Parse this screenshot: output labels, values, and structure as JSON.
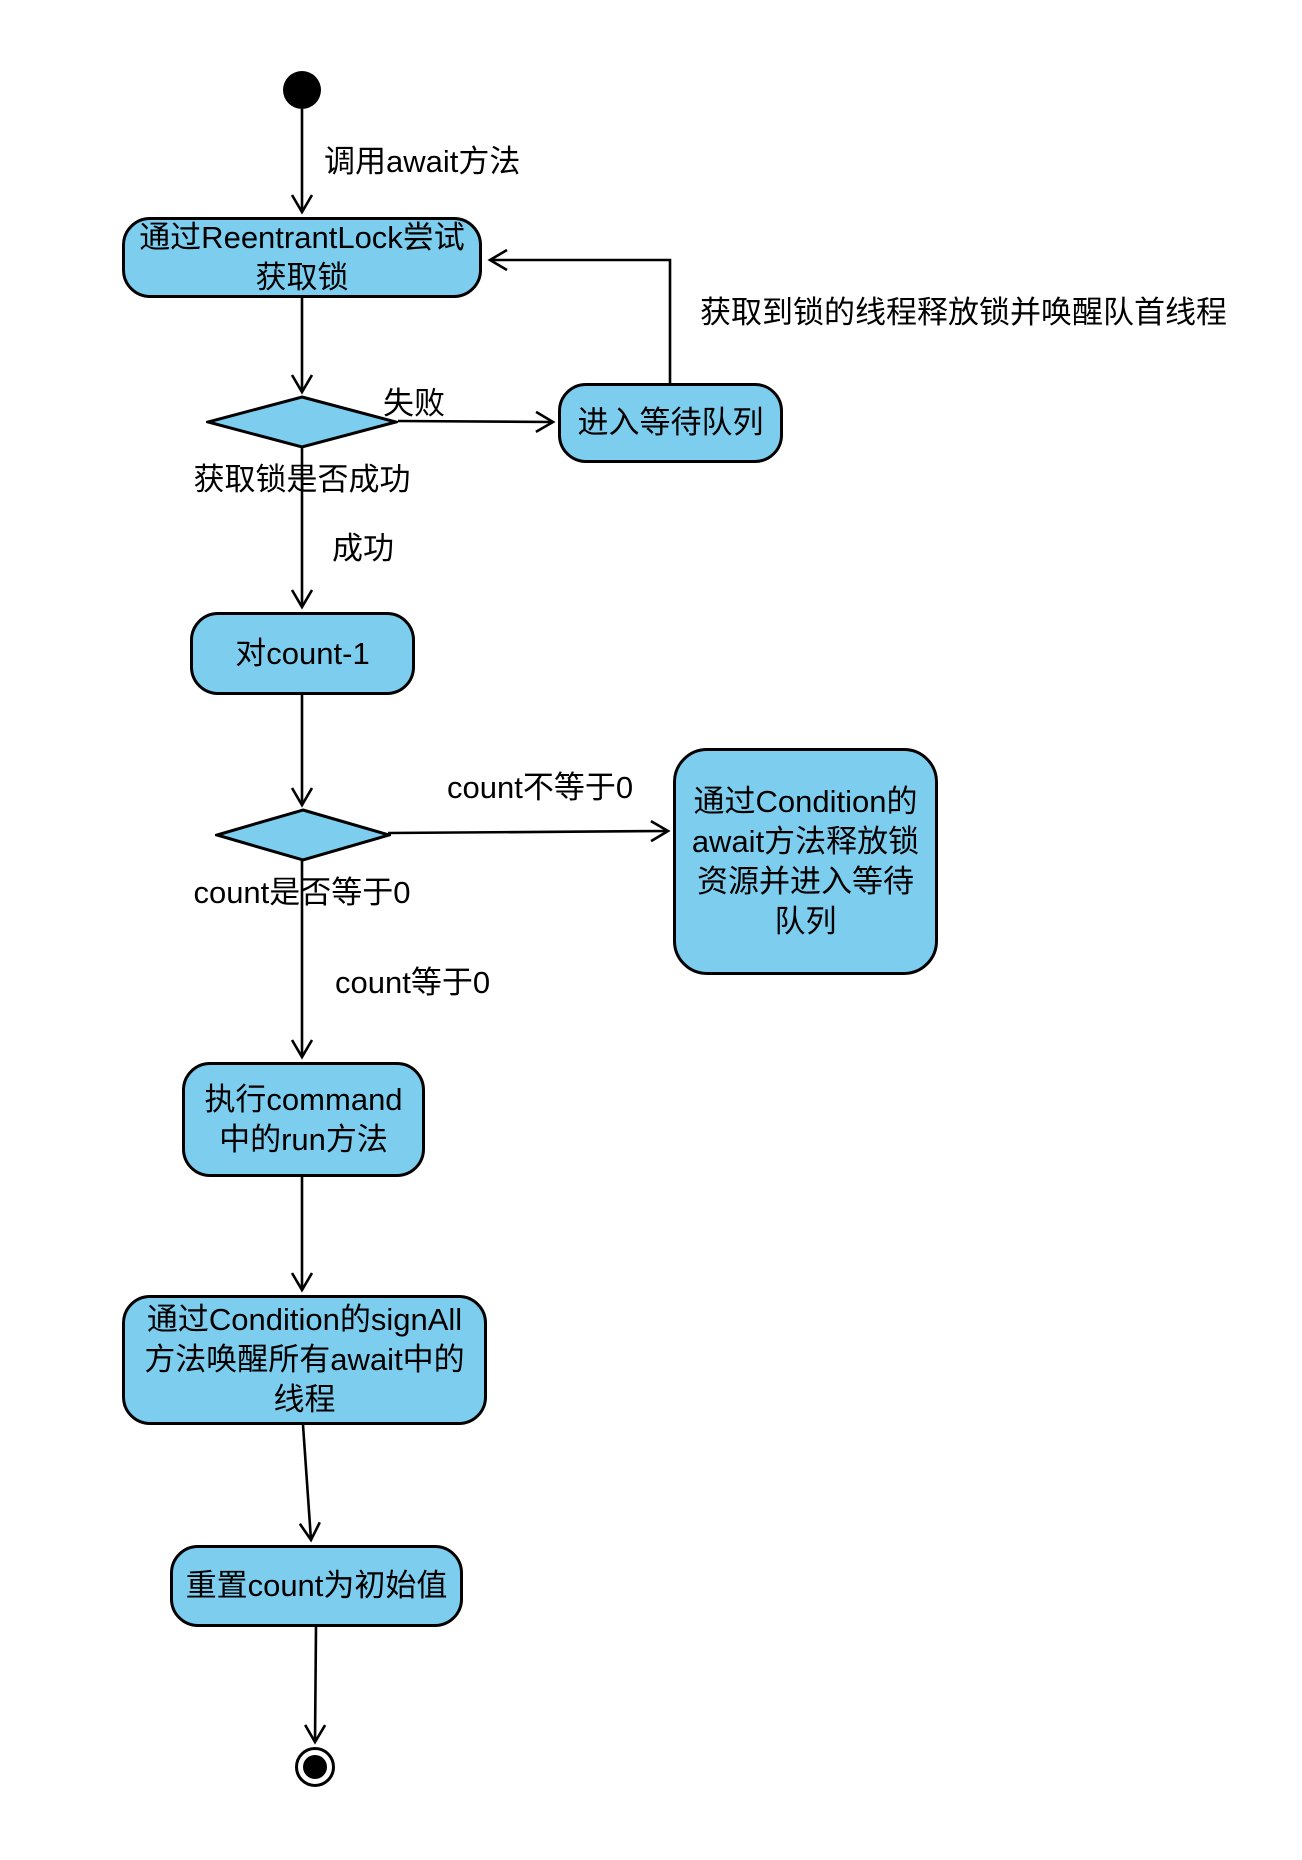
{
  "diagram": {
    "type": "uml-activity-flowchart",
    "colors": {
      "node_fill": "#7CCDEE",
      "stroke": "#000000",
      "background": "#FFFFFF",
      "text": "#000000"
    },
    "nodes": {
      "acquire": {
        "label": "通过ReentrantLock尝试\n获取锁"
      },
      "enqueue": {
        "label": "进入等待队列"
      },
      "decrement": {
        "label": "对count-1"
      },
      "await_release": {
        "label": "通过Condition的\nawait方法释放锁\n资源并进入等待\n队列"
      },
      "run": {
        "label": "执行command\n中的run方法"
      },
      "signall": {
        "label": "通过Condition的signAll\n方法唤醒所有await中的\n线程"
      },
      "reset": {
        "label": "重置count为初始值"
      }
    },
    "decisions": {
      "lock_success": {
        "label": "获取锁是否成功"
      },
      "count_zero": {
        "label": "count是否等于0"
      }
    },
    "edge_labels": {
      "call_await": "调用await方法",
      "fail": "失败",
      "release_wakeup": "获取到锁的线程释放锁并唤醒队首线程",
      "success": "成功",
      "count_not_zero": "count不等于0",
      "count_is_zero": "count等于0"
    }
  }
}
